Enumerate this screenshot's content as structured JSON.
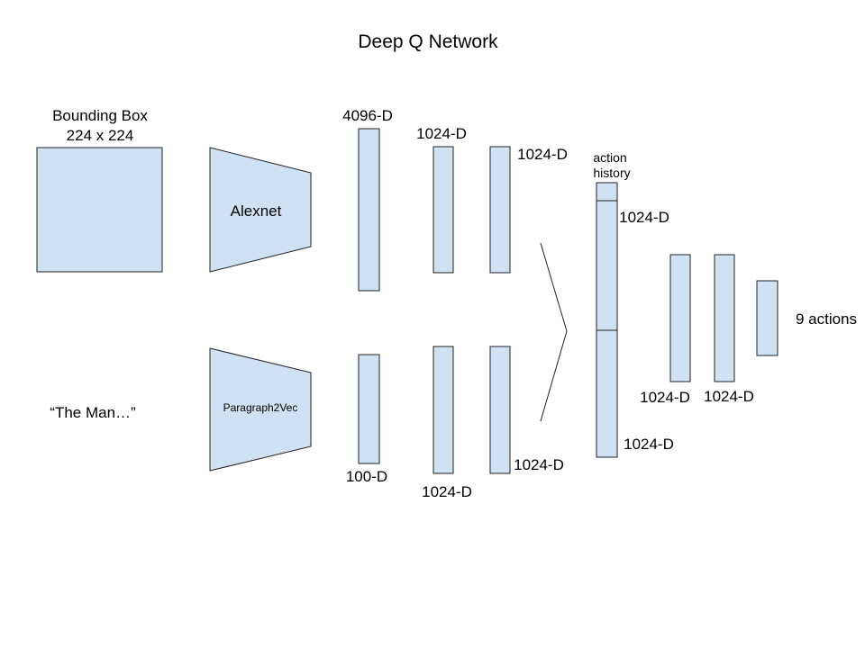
{
  "title": "Deep Q Network",
  "input": {
    "image_label_line1": "Bounding Box",
    "image_label_line2": "224 x 224",
    "text_label": "“The Man…”"
  },
  "encoders": {
    "image_encoder": "Alexnet",
    "text_encoder": "Paragraph2Vec"
  },
  "image_branch": {
    "layer1": "4096-D",
    "layer2": "1024-D",
    "layer3": "1024-D"
  },
  "text_branch": {
    "layer1": "100-D",
    "layer2": "1024-D",
    "layer3": "1024-D"
  },
  "merged": {
    "history_label_line1": "action",
    "history_label_line2": "history",
    "upper_label": "1024-D",
    "lower_label": "1024-D"
  },
  "head": {
    "layer1": "1024-D",
    "layer2": "1024-D",
    "output": "9 actions"
  },
  "colors": {
    "box_fill": "#cfe2f3",
    "stroke": "#222222"
  }
}
